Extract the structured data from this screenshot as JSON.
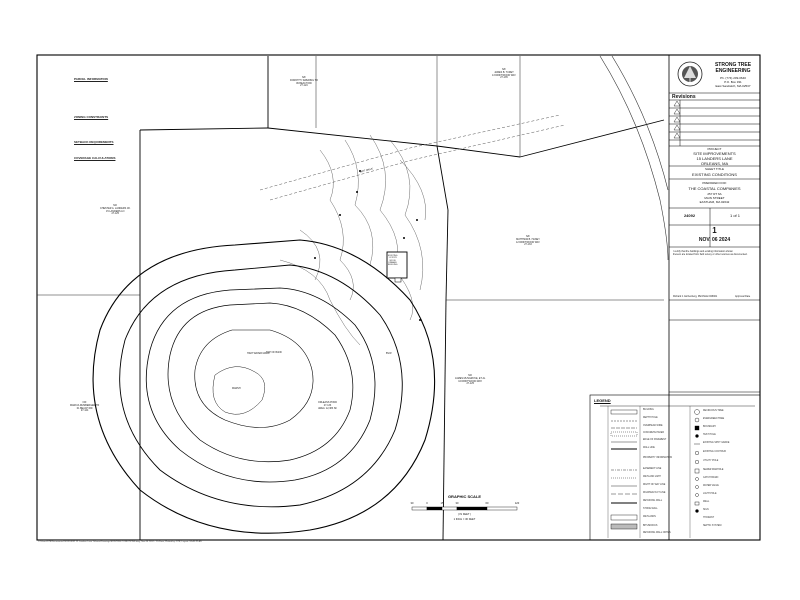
{
  "title_block": {
    "company_name": [
      "STRONG TREE",
      "ENGINEERING"
    ],
    "company_contact": [
      "Ph. (774) 209-0640",
      "P.O. Box 331",
      "East Sandwich, MA 02537"
    ],
    "revisions_label": "Revisions",
    "project_label": "PROJECT",
    "project_lines": [
      "SITE IMPROVEMENTS",
      "15 LANDERS LANE",
      "ORLEANS, MA"
    ],
    "sheet_title_label": "SHEET TITLE",
    "sheet_title": "EXISTING CONDITIONS",
    "prepared_for_label": "PREPARED FOR:",
    "client_name": "THE COASTAL COMPANIES",
    "client_lines": [
      "257 RT 6A",
      "MAIN STREET",
      "EASTHAM, MA 02642"
    ],
    "job_no": "24092",
    "sheet_count": "1 of 1",
    "sheet_number": "1",
    "date": "NOV. 06 2024"
  },
  "parcel_table": {
    "title": "PARCEL INFORMATION",
    "zoning_title": "ZONING CONSTRAINTS",
    "setbacks_title": "SETBACK REQUIREMENTS",
    "coverage_title": "COVERAGE CALCULATIONS"
  },
  "plan_labels": {
    "abutter_top_left": "N/F\nDOROTHY SWERING TR\n09 BEACH RD\n27-124",
    "abutter_top_right": "N/F\nJAMES B. TURET\n13 DRIFTWOOD WAY\n27-135",
    "abutter_left": "N/F\nCHESTER A. LANDERS JR.\n15 LANDERS LN\n27-125",
    "abutter_right": "N/F\nMATTHEW B. HANEY\n12 DRIFTWOOD WAY\n27-133",
    "abutter_bottom_right": "N/F\nJAMES MUSGROVE, ET AL\n10 DRIFTWOOD WAY\n27-125",
    "abutter_far_left": "N/F\nMARCIA DUMBERGER TR\n01 BEACH RD\n27-124",
    "existing_house": "EXISTING\n1 STORY\nWOOD\nFRAMED\nBUILDING",
    "dirt_drive": "DIRT DRIVE",
    "top_of_bank": "TOP OF BANK",
    "high_water": "HIGH WATER MARK",
    "marsh": "MARSH",
    "pond": "ORLEANS POND\n27-133\nAREA: 12,383 SF",
    "wetland": "BVW",
    "notes_area": "I certify that the buildings and existing information shown\nthereon are located from field survey or other sources as documented.",
    "surveyor_sig": "Richard J. Eichenberg, PE/CSLE/ #26901",
    "regional_ref": "Approval Date"
  },
  "legend": {
    "title": "LEGEND",
    "left_items": [
      "BUILDING",
      "DEPTH HOLE",
      "OVERHEAD WIRE",
      "CONCRETE PAVER",
      "EDGE OF PAVEMENT",
      "WALL LINE",
      "PROPERTY INFORMATION",
      "EASEMENT LINE",
      "WETLAND LIMIT",
      "RIGHT OF WAY LINE",
      "ROADWAY/LOT LINE",
      "RETAINING WALL",
      "STONE WALL",
      "WETLANDS",
      "BITUMINOUS",
      "RETAINING WALL NOTES"
    ],
    "right_items": [
      "DECIDUOUS TREE",
      "EVERGREEN TREE",
      "BOUNDARY",
      "TEST HOLE",
      "EXISTING SPOT GRADE",
      "EXISTING CONTOUR",
      "UTILITY POLE",
      "SEWER MANHOLE",
      "CATCH BASIN",
      "WATER VALVE",
      "LIGHT POLE",
      "WELL",
      "SIGN",
      "HYDRANT",
      "SEPTIC SYSTEM"
    ]
  },
  "scale": {
    "title": "GRAPHIC SCALE",
    "ticks": [
      "30",
      "0",
      "15",
      "30",
      "60",
      "120"
    ],
    "unit_line": "( IN FEET )",
    "ratio": "1 INCH = 30 FEET"
  },
  "footer_path": "C:\\Users\\STE\\Documents\\2024\\24092 15 Landers Lane Orleans\\Drawings\\EXISTING CONDITIONS.dwg, Nov 06 2024 - 11:05am, Plotted by: STE, Layout: 24x36 PLAN"
}
